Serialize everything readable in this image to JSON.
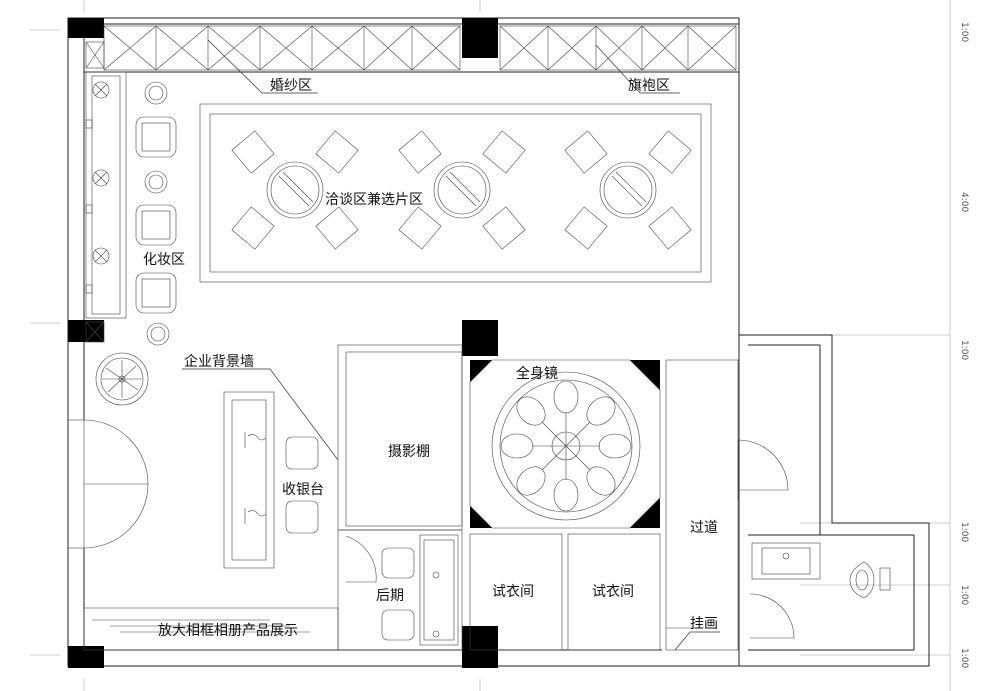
{
  "plan": {
    "labels": {
      "bridal": "婚纱区",
      "qipao": "旗袍区",
      "consult": "洽谈区兼选片区",
      "makeup": "化妆区",
      "brand_wall": "企业背景墙",
      "mirror": "全身镜",
      "studio": "摄影棚",
      "cashier": "收银台",
      "post": "后期",
      "fitting_1": "试衣间",
      "fitting_2": "试衣间",
      "corridor": "过道",
      "painting": "挂画",
      "display": "放大相框相册产品展示"
    }
  }
}
